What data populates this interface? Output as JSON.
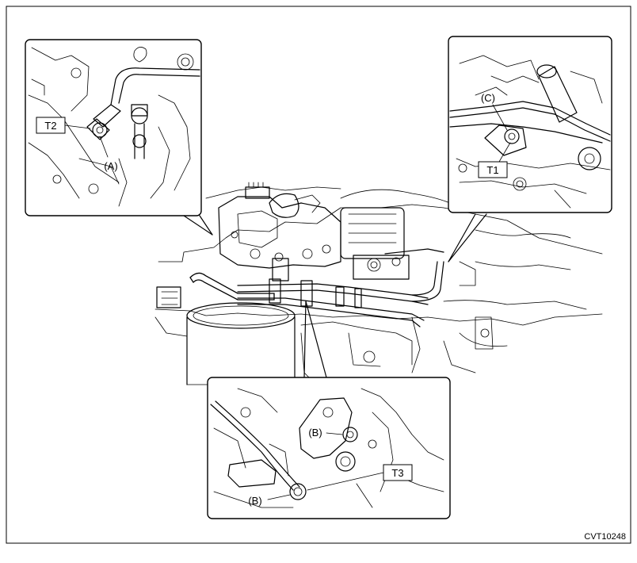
{
  "labels": {
    "t1": "T1",
    "t2": "T2",
    "t3": "T3",
    "a": "(A)",
    "b_upper": "(B)",
    "b_lower": "(B)",
    "c": "(C)"
  },
  "figure_code": "CVT10248",
  "colors": {
    "line": "#000000",
    "background": "#ffffff"
  }
}
